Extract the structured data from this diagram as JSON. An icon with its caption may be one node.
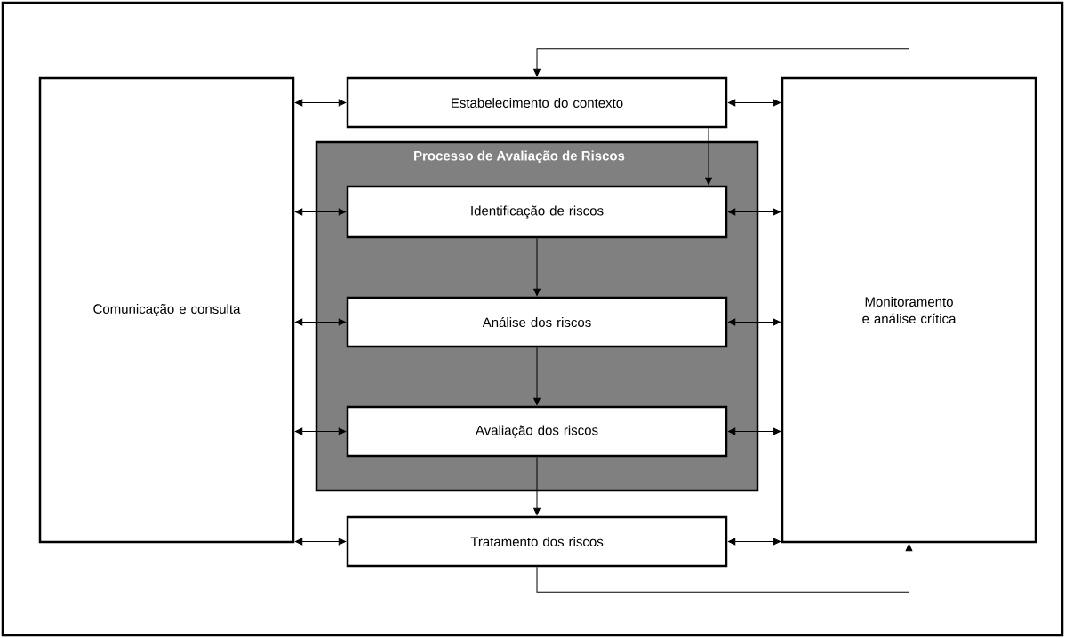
{
  "diagram": {
    "nodes": [
      {
        "text": [
          "Comunicação e consulta"
        ]
      },
      {
        "text": [
          "Estabelecimento do contexto"
        ]
      },
      {
        "text": [
          "Processo de Avaliação de Riscos"
        ]
      },
      {
        "text": [
          "Identificação de riscos"
        ],
        "in": 2
      },
      {
        "text": [
          "Análise dos riscos"
        ],
        "in": 2
      },
      {
        "text": [
          "Avaliação dos riscos"
        ],
        "in": 2
      },
      {
        "text": [
          "Tratamento dos riscos"
        ]
      },
      {
        "text": [
          "Monitoramento e análise crítica"
        ]
      }
    ],
    "edges": [
      {
        "from": 0,
        "to": 1,
        "arrow": "both"
      },
      {
        "from": 1,
        "to": 7,
        "arrow": "both"
      },
      {
        "from": 0,
        "to": 3,
        "arrow": "both"
      },
      {
        "from": 3,
        "to": 7,
        "arrow": "both"
      },
      {
        "from": 0,
        "to": 4,
        "arrow": "both"
      },
      {
        "from": 4,
        "to": 7,
        "arrow": "both"
      },
      {
        "from": 0,
        "to": 5,
        "arrow": "both"
      },
      {
        "from": 5,
        "to": 7,
        "arrow": "both"
      },
      {
        "from": 0,
        "to": 6,
        "arrow": "both"
      },
      {
        "from": 6,
        "to": 7,
        "arrow": "both"
      },
      {
        "from": 7,
        "to": 1,
        "arrow": "to"
      },
      {
        "from": 1,
        "to": 3,
        "arrow": "to"
      },
      {
        "from": 3,
        "to": 4,
        "arrow": "to"
      },
      {
        "from": 4,
        "to": 5,
        "arrow": "to"
      },
      {
        "from": 5,
        "to": 6,
        "arrow": "to"
      },
      {
        "from": 6,
        "to": 7,
        "arrow": "to"
      }
    ]
  }
}
